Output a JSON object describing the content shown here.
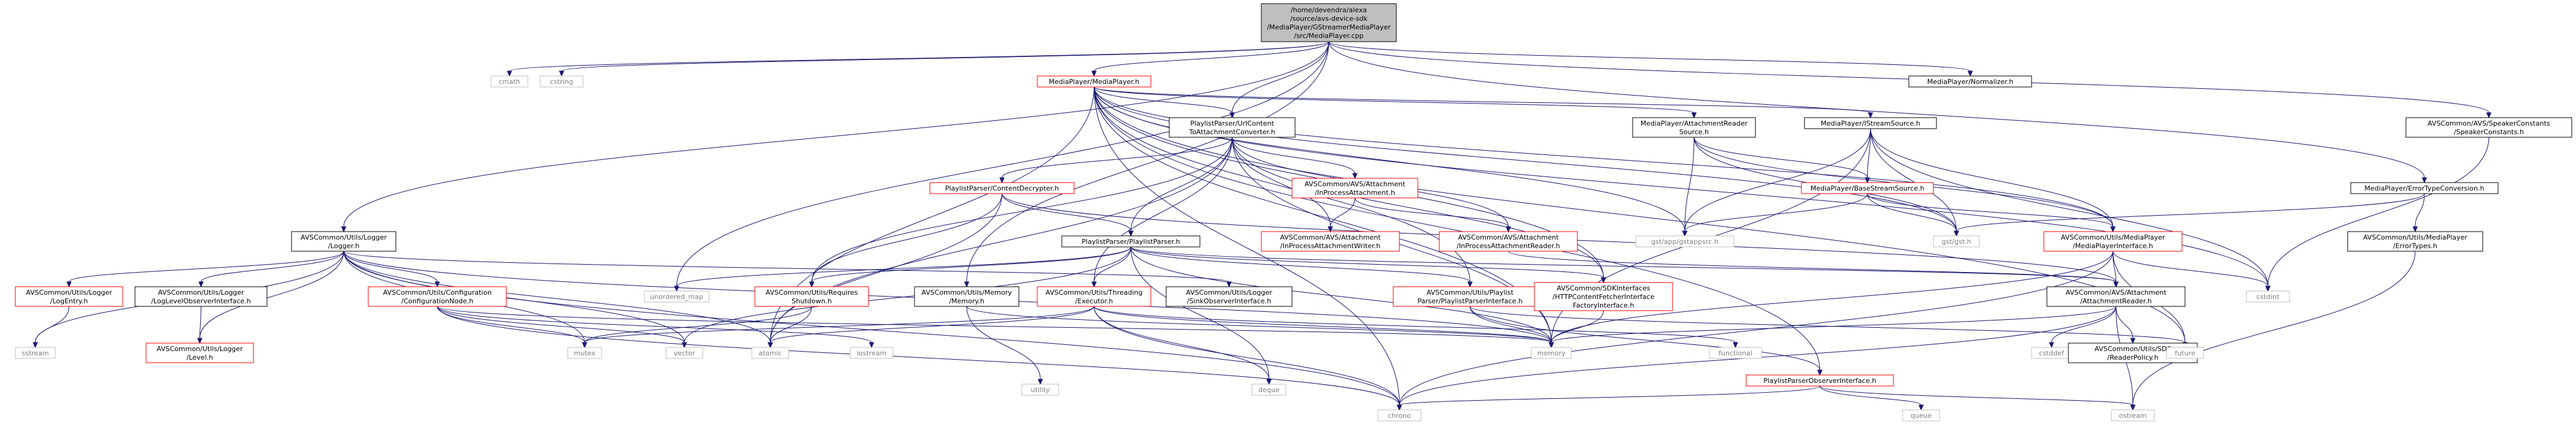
{
  "colors": {
    "edge": "#191970",
    "root_fill": "#bfbfbf",
    "root_border": "#000000",
    "documented_border": "#000000",
    "undocumented_border": "#ff0000",
    "external_border": "#bfbfbf",
    "external_text": "#7f7f7f"
  },
  "nodes": [
    {
      "id": "root",
      "lines": [
        "/home/devendra/alexa",
        "/source/avs-device-sdk",
        "/MediaPlayer/GStreamerMediaPlayer",
        "/src/MediaPlayer.cpp"
      ],
      "kind": "root"
    },
    {
      "id": "cmath",
      "lines": [
        "cmath"
      ],
      "kind": "external"
    },
    {
      "id": "cstring",
      "lines": [
        "cstring"
      ],
      "kind": "external"
    },
    {
      "id": "mediaplayer_h",
      "lines": [
        "MediaPlayer/MediaPlayer.h"
      ],
      "kind": "undocumented"
    },
    {
      "id": "normalizer",
      "lines": [
        "MediaPlayer/Normalizer.h"
      ],
      "kind": "documented"
    },
    {
      "id": "speakerconstants",
      "lines": [
        "AVSCommon/AVS/SpeakerConstants",
        "/SpeakerConstants.h"
      ],
      "kind": "documented"
    },
    {
      "id": "urlconverter",
      "lines": [
        "PlaylistParser/UrlContent",
        "ToAttachmentConverter.h"
      ],
      "kind": "documented"
    },
    {
      "id": "attachreadersource",
      "lines": [
        "MediaPlayer/AttachmentReader",
        "Source.h"
      ],
      "kind": "documented"
    },
    {
      "id": "istreamsource",
      "lines": [
        "MediaPlayer/IStreamSource.h"
      ],
      "kind": "documented"
    },
    {
      "id": "errortypeconv",
      "lines": [
        "MediaPlayer/ErrorTypeConversion.h"
      ],
      "kind": "documented"
    },
    {
      "id": "contentdecrypter",
      "lines": [
        "PlaylistParser/ContentDecrypter.h"
      ],
      "kind": "undocumented"
    },
    {
      "id": "inprocattach",
      "lines": [
        "AVSCommon/AVS/Attachment",
        "/InProcessAttachment.h"
      ],
      "kind": "undocumented"
    },
    {
      "id": "basestreamsource",
      "lines": [
        "MediaPlayer/BaseStreamSource.h"
      ],
      "kind": "undocumented"
    },
    {
      "id": "logger",
      "lines": [
        "AVSCommon/Utils/Logger",
        "/Logger.h"
      ],
      "kind": "documented"
    },
    {
      "id": "playlistparser",
      "lines": [
        "PlaylistParser/PlaylistParser.h"
      ],
      "kind": "documented"
    },
    {
      "id": "inprocwriter",
      "lines": [
        "AVSCommon/AVS/Attachment",
        "/InProcessAttachmentWriter.h"
      ],
      "kind": "undocumented"
    },
    {
      "id": "inprocreader",
      "lines": [
        "AVSCommon/AVS/Attachment",
        "/InProcessAttachmentReader.h"
      ],
      "kind": "undocumented"
    },
    {
      "id": "gstappsrc",
      "lines": [
        "gst/app/gstappsrc.h"
      ],
      "kind": "external"
    },
    {
      "id": "gst",
      "lines": [
        "gst/gst.h"
      ],
      "kind": "external"
    },
    {
      "id": "mediaplayeriface",
      "lines": [
        "AVSCommon/Utils/MediaPlayer",
        "/MediaPlayerInterface.h"
      ],
      "kind": "undocumented"
    },
    {
      "id": "errortypes",
      "lines": [
        "AVSCommon/Utils/MediaPlayer",
        "/ErrorTypes.h"
      ],
      "kind": "documented"
    },
    {
      "id": "logentry",
      "lines": [
        "AVSCommon/Utils/Logger",
        "/LogEntry.h"
      ],
      "kind": "undocumented"
    },
    {
      "id": "loglevelobserver",
      "lines": [
        "AVSCommon/Utils/Logger",
        "/LogLevelObserverInterface.h"
      ],
      "kind": "documented"
    },
    {
      "id": "confignode",
      "lines": [
        "AVSCommon/Utils/Configuration",
        "/ConfigurationNode.h"
      ],
      "kind": "undocumented"
    },
    {
      "id": "unordered_map",
      "lines": [
        "unordered_map"
      ],
      "kind": "external"
    },
    {
      "id": "requiresshutdown",
      "lines": [
        "AVSCommon/Utils/Requires",
        "Shutdown.h"
      ],
      "kind": "undocumented"
    },
    {
      "id": "memoryh",
      "lines": [
        "AVSCommon/Utils/Memory",
        "/Memory.h"
      ],
      "kind": "documented"
    },
    {
      "id": "executor",
      "lines": [
        "AVSCommon/Utils/Threading",
        "/Executor.h"
      ],
      "kind": "undocumented"
    },
    {
      "id": "sinkobserver",
      "lines": [
        "AVSCommon/Utils/Logger",
        "/SinkObserverInterface.h"
      ],
      "kind": "documented"
    },
    {
      "id": "playlistparseriface",
      "lines": [
        "AVSCommon/Utils/Playlist",
        "Parser/PlaylistParserInterface.h"
      ],
      "kind": "undocumented"
    },
    {
      "id": "httpfetcher",
      "lines": [
        "AVSCommon/SDKInterfaces",
        "/HTTPContentFetcherInterface",
        "FactoryInterface.h"
      ],
      "kind": "undocumented"
    },
    {
      "id": "attachmentreader",
      "lines": [
        "AVSCommon/AVS/Attachment",
        "/AttachmentReader.h"
      ],
      "kind": "documented"
    },
    {
      "id": "cstdint",
      "lines": [
        "cstdint"
      ],
      "kind": "external"
    },
    {
      "id": "level",
      "lines": [
        "AVSCommon/Utils/Logger",
        "/Level.h"
      ],
      "kind": "undocumented"
    },
    {
      "id": "sstream",
      "lines": [
        "sstream"
      ],
      "kind": "external"
    },
    {
      "id": "mutex",
      "lines": [
        "mutex"
      ],
      "kind": "external"
    },
    {
      "id": "vector",
      "lines": [
        "vector"
      ],
      "kind": "external"
    },
    {
      "id": "atomic",
      "lines": [
        "atomic"
      ],
      "kind": "external"
    },
    {
      "id": "iostream",
      "lines": [
        "iostream"
      ],
      "kind": "external"
    },
    {
      "id": "utility",
      "lines": [
        "utility"
      ],
      "kind": "external"
    },
    {
      "id": "deque",
      "lines": [
        "deque"
      ],
      "kind": "external"
    },
    {
      "id": "memory",
      "lines": [
        "memory"
      ],
      "kind": "external"
    },
    {
      "id": "functional",
      "lines": [
        "functional"
      ],
      "kind": "external"
    },
    {
      "id": "playlistobserver",
      "lines": [
        "PlaylistParserObserverInterface.h"
      ],
      "kind": "undocumented"
    },
    {
      "id": "cstddef",
      "lines": [
        "cstddef"
      ],
      "kind": "external"
    },
    {
      "id": "sdsreaderpolicy",
      "lines": [
        "AVSCommon/Utils/SDS",
        "/ReaderPolicy.h"
      ],
      "kind": "documented"
    },
    {
      "id": "future",
      "lines": [
        "future"
      ],
      "kind": "external"
    },
    {
      "id": "chrono",
      "lines": [
        "chrono"
      ],
      "kind": "external"
    },
    {
      "id": "queue",
      "lines": [
        "queue"
      ],
      "kind": "external"
    },
    {
      "id": "ostream",
      "lines": [
        "ostream"
      ],
      "kind": "external"
    }
  ],
  "edges": [
    [
      "root",
      "cmath"
    ],
    [
      "root",
      "cstring"
    ],
    [
      "root",
      "mediaplayer_h"
    ],
    [
      "root",
      "normalizer"
    ],
    [
      "root",
      "speakerconstants"
    ],
    [
      "root",
      "urlconverter"
    ],
    [
      "root",
      "logger"
    ],
    [
      "root",
      "memoryh"
    ],
    [
      "root",
      "errortypeconv"
    ],
    [
      "root",
      "unordered_map"
    ],
    [
      "mediaplayer_h",
      "urlconverter"
    ],
    [
      "mediaplayer_h",
      "attachreadersource"
    ],
    [
      "mediaplayer_h",
      "istreamsource"
    ],
    [
      "mediaplayer_h",
      "gstappsrc"
    ],
    [
      "mediaplayer_h",
      "gst"
    ],
    [
      "mediaplayer_h",
      "mediaplayeriface"
    ],
    [
      "mediaplayer_h",
      "playlistparseriface"
    ],
    [
      "mediaplayer_h",
      "httpfetcher"
    ],
    [
      "mediaplayer_h",
      "chrono"
    ],
    [
      "mediaplayer_h",
      "future"
    ],
    [
      "mediaplayer_h",
      "cstdint"
    ],
    [
      "mediaplayer_h",
      "memory"
    ],
    [
      "mediaplayer_h",
      "playlistobserver"
    ],
    [
      "mediaplayer_h",
      "atomic"
    ],
    [
      "speakerconstants",
      "cstdint"
    ],
    [
      "urlconverter",
      "contentdecrypter"
    ],
    [
      "urlconverter",
      "inprocattach"
    ],
    [
      "urlconverter",
      "inprocwriter"
    ],
    [
      "urlconverter",
      "inprocreader"
    ],
    [
      "urlconverter",
      "playlistparser"
    ],
    [
      "urlconverter",
      "httpfetcher"
    ],
    [
      "urlconverter",
      "executor"
    ],
    [
      "urlconverter",
      "requiresshutdown"
    ],
    [
      "urlconverter",
      "memory"
    ],
    [
      "urlconverter",
      "atomic"
    ],
    [
      "attachreadersource",
      "basestreamsource"
    ],
    [
      "attachreadersource",
      "mediaplayeriface"
    ],
    [
      "attachreadersource",
      "gst"
    ],
    [
      "attachreadersource",
      "gstappsrc"
    ],
    [
      "istreamsource",
      "basestreamsource"
    ],
    [
      "istreamsource",
      "mediaplayeriface"
    ],
    [
      "istreamsource",
      "gst"
    ],
    [
      "istreamsource",
      "gstappsrc"
    ],
    [
      "istreamsource",
      "memory"
    ],
    [
      "istreamsource",
      "cstdint"
    ],
    [
      "errortypeconv",
      "gst"
    ],
    [
      "errortypeconv",
      "errortypes"
    ],
    [
      "contentdecrypter",
      "playlistparser"
    ],
    [
      "contentdecrypter",
      "requiresshutdown"
    ],
    [
      "contentdecrypter",
      "atomic"
    ],
    [
      "contentdecrypter",
      "attachmentreader"
    ],
    [
      "inprocattach",
      "inprocwriter"
    ],
    [
      "inprocattach",
      "inprocreader"
    ],
    [
      "basestreamsource",
      "gst"
    ],
    [
      "basestreamsource",
      "gstappsrc"
    ],
    [
      "basestreamsource",
      "mediaplayeriface"
    ],
    [
      "logger",
      "logentry"
    ],
    [
      "logger",
      "loglevelobserver"
    ],
    [
      "logger",
      "confignode"
    ],
    [
      "logger",
      "level"
    ],
    [
      "logger",
      "sstream"
    ],
    [
      "logger",
      "mutex"
    ],
    [
      "logger",
      "vector"
    ],
    [
      "logger",
      "atomic"
    ],
    [
      "logger",
      "sinkobserver"
    ],
    [
      "logger",
      "memory"
    ],
    [
      "logger",
      "chrono"
    ],
    [
      "playlistparser",
      "unordered_map"
    ],
    [
      "playlistparser",
      "requiresshutdown"
    ],
    [
      "playlistparser",
      "executor"
    ],
    [
      "playlistparser",
      "playlistparseriface"
    ],
    [
      "playlistparser",
      "httpfetcher"
    ],
    [
      "playlistparser",
      "attachmentreader"
    ],
    [
      "playlistparser",
      "deque"
    ],
    [
      "playlistparser",
      "memory"
    ],
    [
      "playlistparser",
      "vector"
    ],
    [
      "inprocreader",
      "attachmentreader"
    ],
    [
      "mediaplayeriface",
      "attachmentreader"
    ],
    [
      "mediaplayeriface",
      "chrono"
    ],
    [
      "mediaplayeriface",
      "cstdint"
    ],
    [
      "mediaplayeriface",
      "future"
    ],
    [
      "mediaplayeriface",
      "memory"
    ],
    [
      "errortypes",
      "ostream"
    ],
    [
      "logentry",
      "sstream"
    ],
    [
      "loglevelobserver",
      "level"
    ],
    [
      "confignode",
      "mutex"
    ],
    [
      "confignode",
      "vector"
    ],
    [
      "confignode",
      "memory"
    ],
    [
      "confignode",
      "chrono"
    ],
    [
      "confignode",
      "iostream"
    ],
    [
      "requiresshutdown",
      "mutex"
    ],
    [
      "requiresshutdown",
      "atomic"
    ],
    [
      "memoryh",
      "utility"
    ],
    [
      "memoryh",
      "memory"
    ],
    [
      "executor",
      "atomic"
    ],
    [
      "executor",
      "mutex"
    ],
    [
      "executor",
      "functional"
    ],
    [
      "executor",
      "chrono"
    ],
    [
      "executor",
      "deque"
    ],
    [
      "executor",
      "memory"
    ],
    [
      "playlistparseriface",
      "playlistobserver"
    ],
    [
      "playlistparseriface",
      "memory"
    ],
    [
      "playlistparseriface",
      "future"
    ],
    [
      "httpfetcher",
      "memory"
    ],
    [
      "attachmentreader",
      "cstddef"
    ],
    [
      "attachmentreader",
      "sdsreaderpolicy"
    ],
    [
      "attachmentreader",
      "chrono"
    ],
    [
      "attachmentreader",
      "ostream"
    ],
    [
      "attachmentreader",
      "memory"
    ],
    [
      "playlistobserver",
      "chrono"
    ],
    [
      "playlistobserver",
      "queue"
    ],
    [
      "playlistobserver",
      "ostream"
    ]
  ]
}
